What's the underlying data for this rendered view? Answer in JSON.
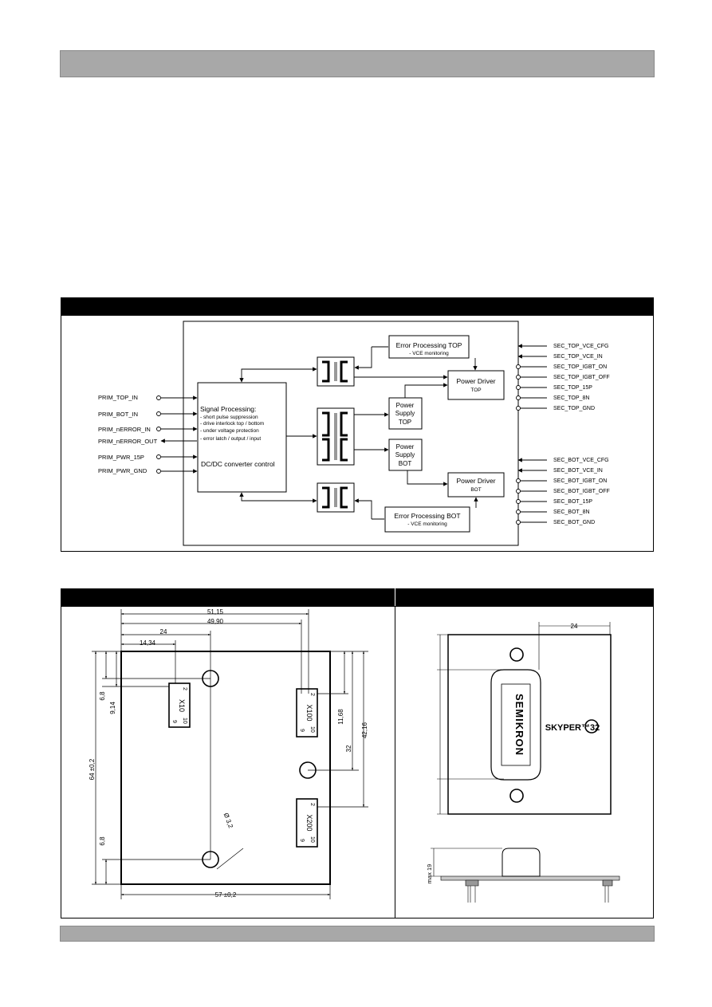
{
  "block_diagram": {
    "prim_signals": [
      "PRIM_TOP_IN",
      "PRIM_BOT_IN",
      "PRIM_nERROR_IN",
      "PRIM_nERROR_OUT",
      "PRIM_PWR_15P",
      "PRIM_PWR_GND"
    ],
    "sec_top_signals": [
      "SEC_TOP_VCE_CFG",
      "SEC_TOP_VCE_IN",
      "SEC_TOP_IGBT_ON",
      "SEC_TOP_IGBT_OFF",
      "SEC_TOP_15P",
      "SEC_TOP_8N",
      "SEC_TOP_GND"
    ],
    "sec_bot_signals": [
      "SEC_BOT_VCE_CFG",
      "SEC_BOT_VCE_IN",
      "SEC_BOT_IGBT_ON",
      "SEC_BOT_IGBT_OFF",
      "SEC_BOT_15P",
      "SEC_BOT_8N",
      "SEC_BOT_GND"
    ],
    "signal_processing": {
      "title": "Signal Processing:",
      "items": [
        "- short pulse suppression",
        "- drive interlock top / bottom",
        "- under voltage protection",
        "- error latch / output / input"
      ],
      "footer": "DC/DC converter control"
    },
    "error_top": {
      "title": "Error Processing TOP",
      "sub": "- VCE monitoring"
    },
    "error_bot": {
      "title": "Error Processing BOT",
      "sub": "- VCE monitoring"
    },
    "driver_top": {
      "title": "Power Driver",
      "sub": "TOP"
    },
    "driver_bot": {
      "title": "Power Driver",
      "sub": "BOT"
    },
    "supply_top": [
      "Power",
      "Supply",
      "TOP"
    ],
    "supply_bot": [
      "Power",
      "Supply",
      "BOT"
    ]
  },
  "dimension_drawing": {
    "dims": {
      "d5115": "51,15",
      "d4990": "49,90",
      "d24": "24",
      "d1434": "14,34",
      "d68a": "6,8",
      "d914": "9,14",
      "d64": "64 ±0,2",
      "d68b": "6,8",
      "d1168": "11,68",
      "d32": "32",
      "d4216": "42,16",
      "d57": "57 ±0,2",
      "dia": "Ø 3,2"
    },
    "connectors": {
      "x10": {
        "name": "X10",
        "p1": "2",
        "p2": "10",
        "p3": "9"
      },
      "x100": {
        "name": "X100",
        "p1": "2",
        "p2": "10",
        "p3": "9"
      },
      "x200": {
        "name": "X200",
        "p1": "2",
        "p2": "10",
        "p3": "9"
      }
    }
  },
  "product_view": {
    "dim_24": "24",
    "logo": "SEMIKRON",
    "label": "SKYPER™32",
    "height_label": "max 19"
  }
}
